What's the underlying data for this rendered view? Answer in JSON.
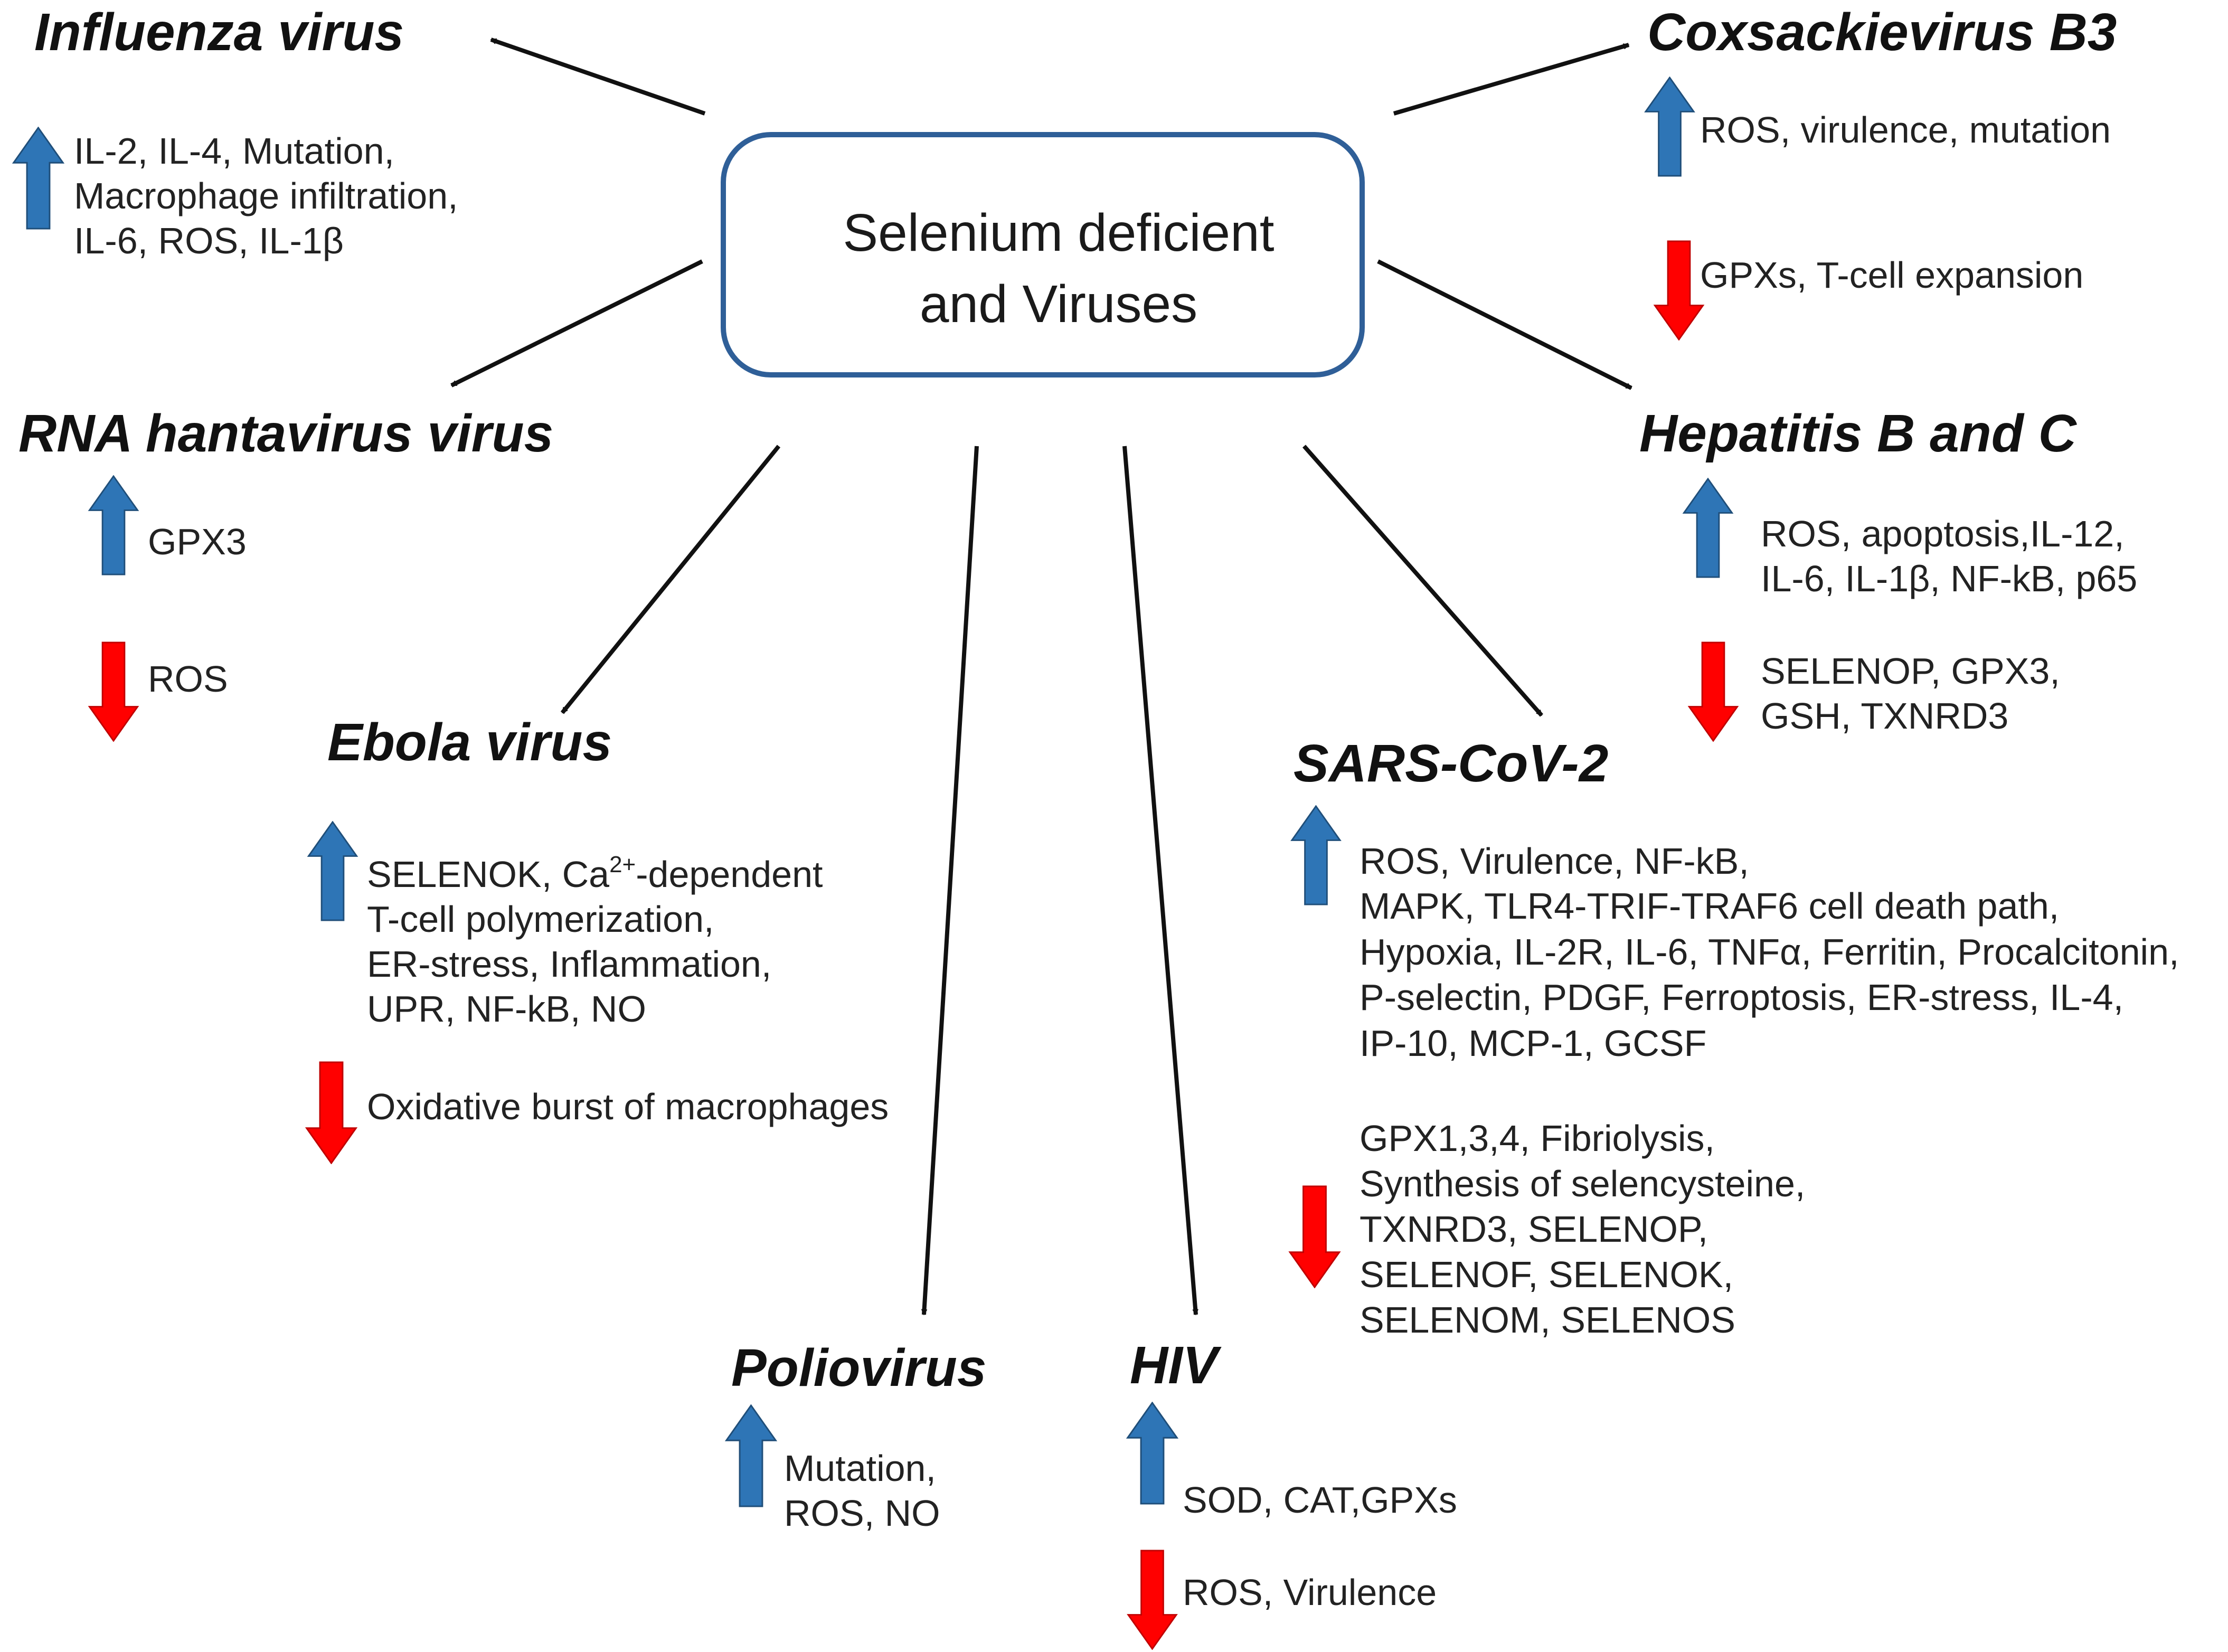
{
  "center": {
    "line1": "Selenium deficient",
    "line2": "and Viruses"
  },
  "colors": {
    "up_arrow": "#2E75B6",
    "down_arrow": "#FF0000",
    "box_border": "#2F5F98",
    "connector": "#111111"
  },
  "viruses": {
    "influenza": {
      "title": "Influenza virus",
      "up": [
        "IL-2, IL-4, Mutation,",
        "Macrophage infiltration,",
        "IL-6, ROS, IL-1β"
      ]
    },
    "coxsackie": {
      "title": "Coxsackievirus B3",
      "up": [
        "ROS, virulence, mutation"
      ],
      "down": [
        "GPXs, T-cell expansion"
      ]
    },
    "hantavirus": {
      "title": "RNA hantavirus virus",
      "up": [
        "GPX3"
      ],
      "down": [
        "ROS"
      ]
    },
    "hepatitis": {
      "title": "Hepatitis B and C",
      "up": [
        "ROS, apoptosis,IL-12,",
        "IL-6, IL-1β, NF-kB, p65"
      ],
      "down": [
        "SELENOP, GPX3,",
        "GSH, TXNRD3"
      ]
    },
    "ebola": {
      "title": "Ebola virus",
      "up_line1_pre": "SELENOK, Ca",
      "up_line1_sup": "2+",
      "up_line1_post": "-dependent",
      "up_rest": [
        "T-cell polymerization,",
        "ER-stress, Inflammation,",
        "UPR, NF-kB, NO"
      ],
      "down": [
        "Oxidative burst of macrophages"
      ]
    },
    "sars": {
      "title": "SARS-CoV-2",
      "up": [
        "ROS, Virulence, NF-kB,",
        "MAPK, TLR4-TRIF-TRAF6 cell death path,",
        "Hypoxia, IL-2R, IL-6, TNFα, Ferritin, Procalcitonin,",
        "P-selectin, PDGF, Ferroptosis, ER-stress, IL-4,",
        "IP-10, MCP-1, GCSF"
      ],
      "down": [
        "GPX1,3,4, Fibriolysis,",
        "Synthesis of selencysteine,",
        "TXNRD3, SELENOP,",
        "SELENOF, SELENOK,",
        "SELENOM, SELENOS"
      ]
    },
    "polio": {
      "title": "Poliovirus",
      "up": [
        "Mutation,",
        "ROS, NO"
      ]
    },
    "hiv": {
      "title": "HIV",
      "up": [
        "SOD, CAT,GPXs"
      ],
      "down": [
        "ROS, Virulence"
      ]
    }
  }
}
